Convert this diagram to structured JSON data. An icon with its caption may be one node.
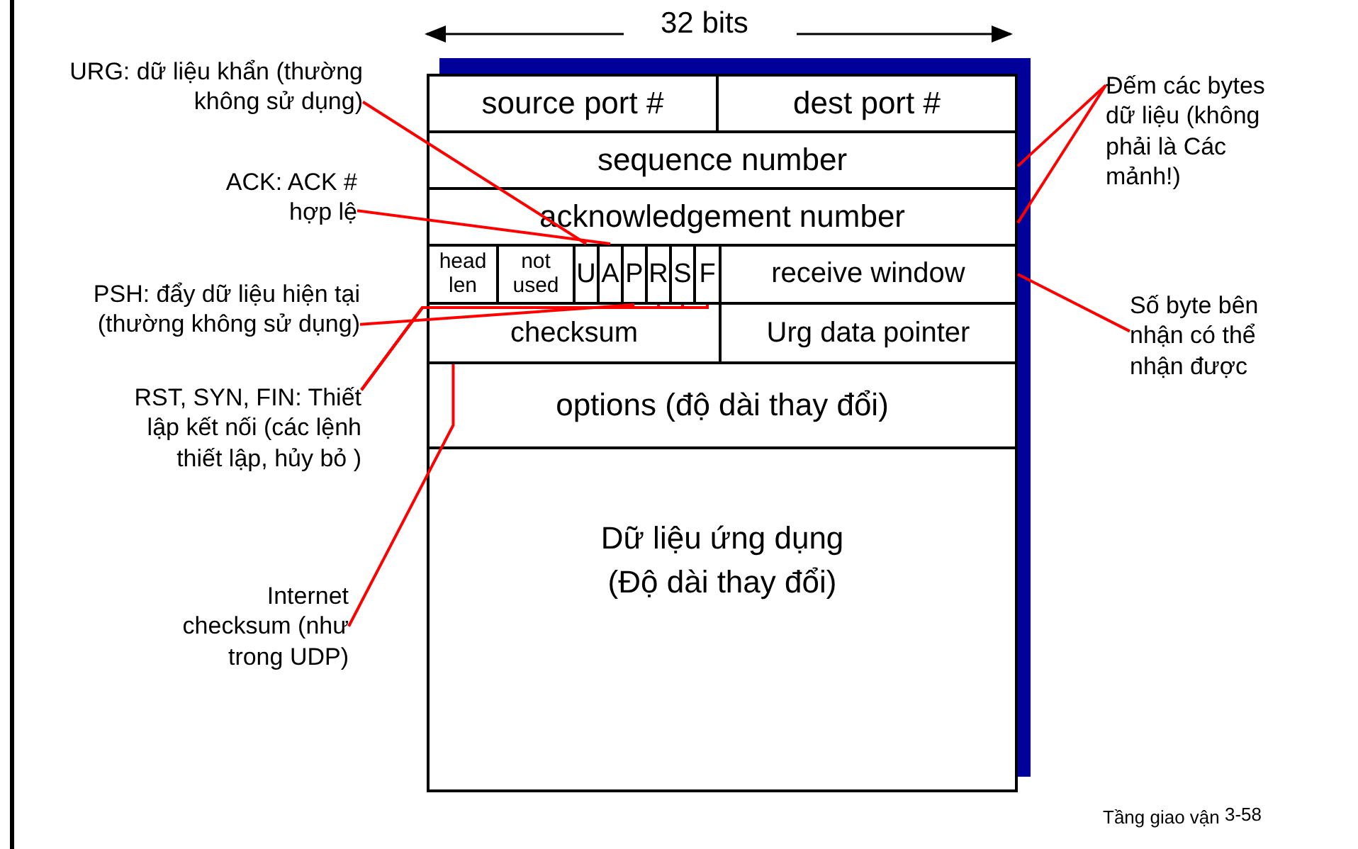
{
  "diagram": {
    "nodes": [
      {
        "text": [],
        "shape": "box"
      },
      {
        "text": [
          "source port #"
        ],
        "in": 0
      },
      {
        "text": [
          "dest port #"
        ],
        "in": 0
      },
      {
        "text": [
          "sequence number"
        ],
        "in": 0
      },
      {
        "text": [
          "acknowledgement number"
        ],
        "in": 0
      },
      {
        "text": [
          "head len"
        ],
        "in": 0
      },
      {
        "text": [
          "not used"
        ],
        "in": 0
      },
      {
        "text": [
          "U"
        ],
        "in": 0
      },
      {
        "text": [
          "A"
        ],
        "in": 0
      },
      {
        "text": [
          "P"
        ],
        "in": 0
      },
      {
        "text": [
          "R"
        ],
        "in": 0
      },
      {
        "text": [
          "S"
        ],
        "in": 0
      },
      {
        "text": [
          "F"
        ],
        "in": 0
      },
      {
        "text": [
          "receive window"
        ],
        "in": 0
      },
      {
        "text": [
          "checksum"
        ],
        "in": 0
      },
      {
        "text": [
          "Urg data pointer"
        ],
        "in": 0
      },
      {
        "text": [
          "options (độ dài thay đổi)"
        ],
        "in": 0
      },
      {
        "text": [
          "Dữ liệu ứng dụng (Độ dài thay đổi)"
        ],
        "in": 0
      },
      {
        "text": [
          "URG: dữ liệu khẩn (thường không sử dụng)"
        ]
      },
      {
        "text": [
          "ACK: ACK # hợp lệ"
        ]
      },
      {
        "text": [
          "PSH: đẩy dữ liệu hiện tại (thường không sử dụng)"
        ]
      },
      {
        "text": [
          "RST, SYN, FIN: Thiết lập kết nối (các lệnh thiết lập, hủy bỏ )"
        ]
      },
      {
        "text": [
          "Internet checksum (như trong UDP)"
        ]
      },
      {
        "text": [
          "Đếm các bytes dữ liệu (không phải là Các mảnh!)"
        ]
      },
      {
        "text": [
          "Số byte bên nhận có thể nhận được"
        ]
      }
    ],
    "edges": [
      {
        "from": 18,
        "to": 7,
        "arrow": "none",
        "color": "#ff0000"
      },
      {
        "from": 19,
        "to": 8,
        "arrow": "none",
        "color": "#ff0000"
      },
      {
        "from": 20,
        "to": 9,
        "arrow": "none",
        "color": "#ff0000"
      },
      {
        "from": 21,
        "to": 10,
        "arrow": "none",
        "color": "#ff0000"
      },
      {
        "from": 21,
        "to": 11,
        "arrow": "none",
        "color": "#ff0000"
      },
      {
        "from": 21,
        "to": 12,
        "arrow": "none",
        "color": "#ff0000"
      },
      {
        "from": 22,
        "to": 14,
        "arrow": "none",
        "color": "#ff0000"
      },
      {
        "from": 23,
        "to": 3,
        "arrow": "none",
        "color": "#ff0000"
      },
      {
        "from": 23,
        "to": 4,
        "arrow": "none",
        "color": "#ff0000"
      },
      {
        "from": 24,
        "to": 13,
        "arrow": "none",
        "color": "#ff0000"
      }
    ],
    "labels": [
      "32 bits",
      "Tầng giao vận",
      "3-58"
    ]
  }
}
